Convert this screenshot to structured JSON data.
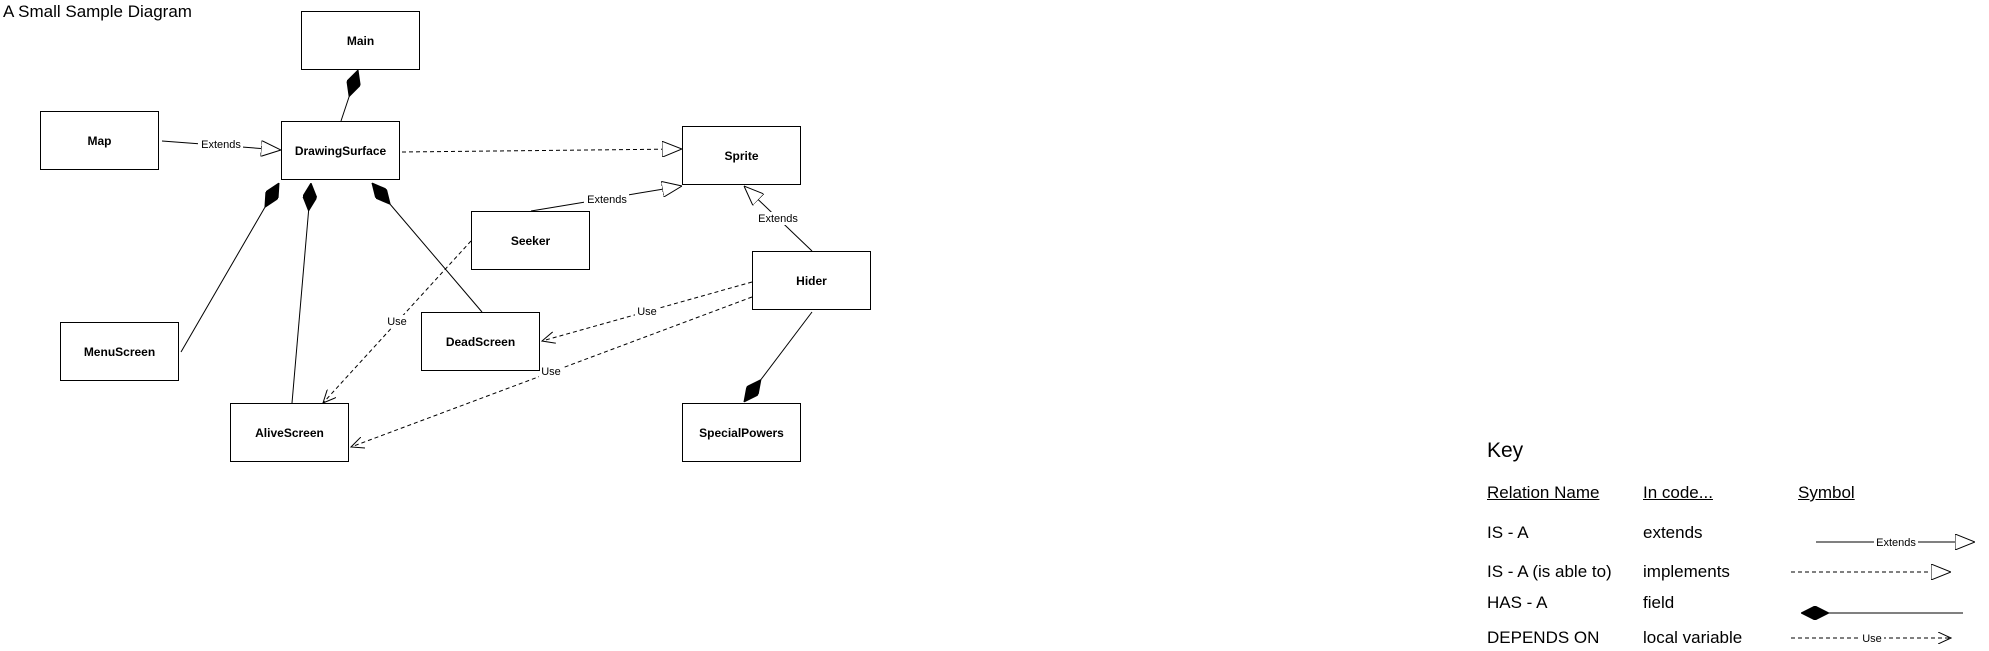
{
  "title": "A Small Sample Diagram",
  "classes": {
    "main": "Main",
    "map": "Map",
    "drawing_surface": "DrawingSurface",
    "sprite": "Sprite",
    "seeker": "Seeker",
    "hider": "Hider",
    "menu_screen": "MenuScreen",
    "dead_screen": "DeadScreen",
    "alive_screen": "AliveScreen",
    "special_powers": "SpecialPowers"
  },
  "edge_labels": {
    "map_extends": "Extends",
    "seeker_extends": "Extends",
    "hider_extends": "Extends",
    "seeker_use_alive": "Use",
    "hider_use_dead": "Use",
    "hider_use_alive": "Use"
  },
  "key": {
    "title": "Key",
    "headers": {
      "relation": "Relation Name",
      "code": "In code...",
      "symbol": "Symbol"
    },
    "rows": [
      {
        "relation": "IS - A",
        "code": "extends",
        "symbol_label": "Extends"
      },
      {
        "relation": "IS - A (is able to)",
        "code": "implements"
      },
      {
        "relation": "HAS - A",
        "code": "field"
      },
      {
        "relation": "DEPENDS ON",
        "code": "local variable",
        "symbol_label": "Use"
      }
    ]
  }
}
